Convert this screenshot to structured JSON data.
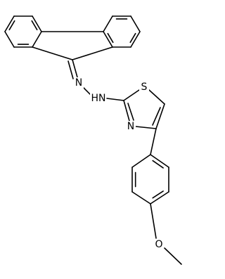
{
  "atom_labels": {
    "imine_n": "N",
    "hydrazone_nh": "HN",
    "thiazole_s": "S",
    "thiazole_n": "N",
    "ether_o": "O"
  },
  "colors": {
    "bond": "#000000",
    "text": "#000000",
    "background": "#ffffff"
  }
}
